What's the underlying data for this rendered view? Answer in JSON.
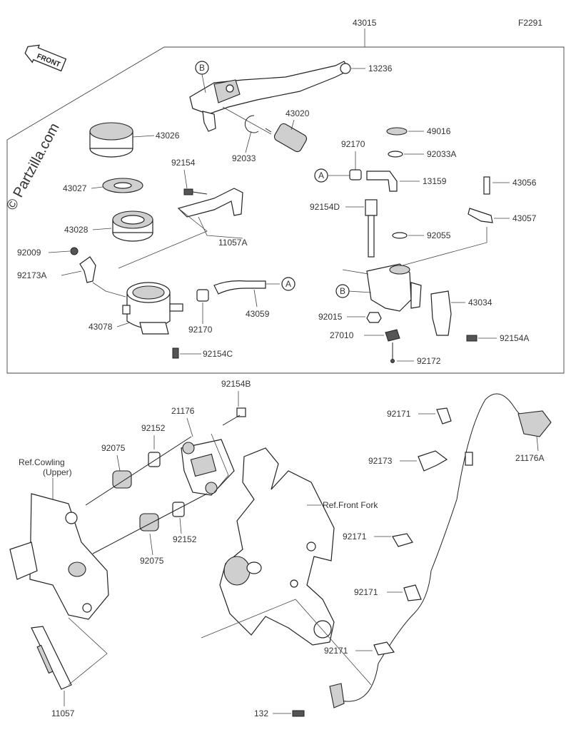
{
  "diagram_id": "F2291",
  "watermark": "© Partzilla.com",
  "direction_tag": "FRONT",
  "callouts": {
    "A": "A",
    "B": "B"
  },
  "reference_labels": {
    "cowling": "Ref.Cowling",
    "cowling_sub": "(Upper)",
    "front_fork": "Ref.Front Fork"
  },
  "parts": [
    "43015",
    "13236",
    "43020",
    "92033",
    "43026",
    "43027",
    "43028",
    "92154",
    "11057A",
    "92009",
    "92173A",
    "43078",
    "92170",
    "43059",
    "92154C",
    "92170",
    "92033A",
    "49016",
    "13159",
    "92154D",
    "92055",
    "43056",
    "43057",
    "43034",
    "92015",
    "27010",
    "92172",
    "92154A",
    "92154B",
    "21176",
    "92152",
    "92075",
    "92152",
    "92075",
    "92171",
    "21176A",
    "92173",
    "92171",
    "92171",
    "92171",
    "132",
    "11057"
  ]
}
